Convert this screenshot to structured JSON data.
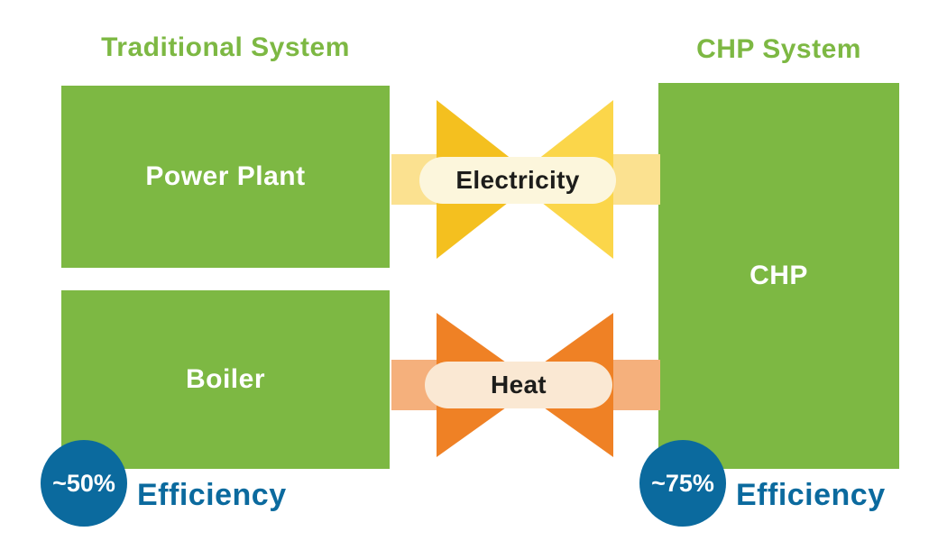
{
  "colors": {
    "green": "#7DB843",
    "yellow": "#F4C01F",
    "yellow_bright": "#FBD64A",
    "yellow_pale": "#FBE190",
    "orange": "#EF8125",
    "orange_pale": "#F5B07C",
    "blue": "#0B6A9E",
    "pill_cream": "#FCF6DC",
    "pill_peach": "#FAE8D3",
    "text_dark": "#1D1D1B"
  },
  "left_system": {
    "title": "Traditional System",
    "power_plant_label": "Power Plant",
    "boiler_label": "Boiler",
    "efficiency_value": "~50%",
    "efficiency_label": "Efficiency"
  },
  "right_system": {
    "title": "CHP System",
    "chp_label": "CHP",
    "efficiency_value": "~75%",
    "efficiency_label": "Efficiency"
  },
  "flows": {
    "electricity_label": "Electricity",
    "heat_label": "Heat"
  }
}
